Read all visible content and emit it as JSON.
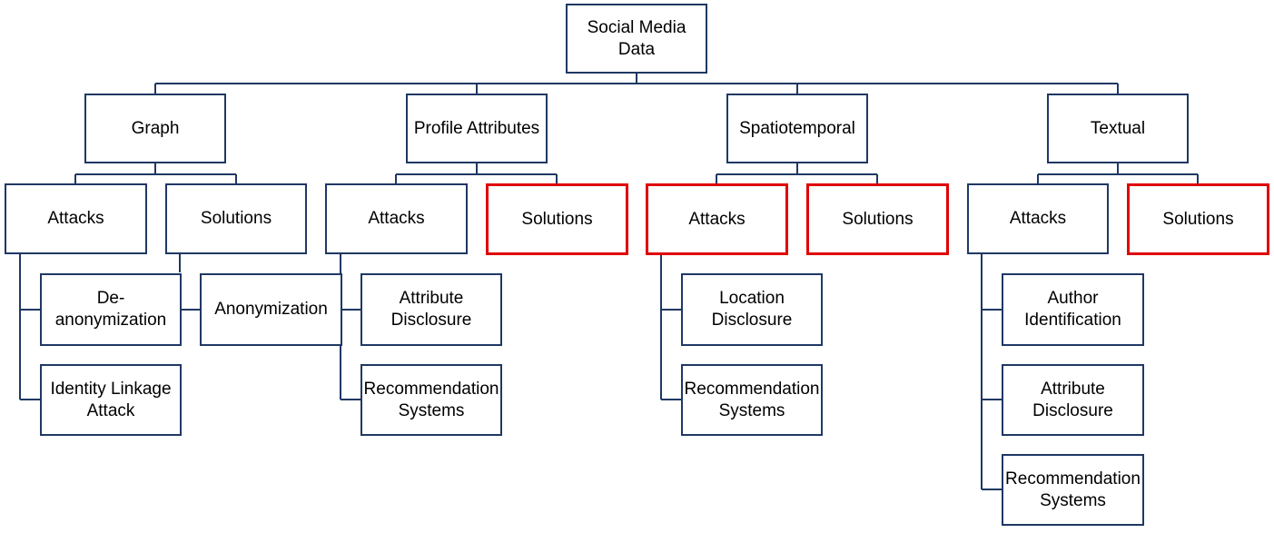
{
  "root": {
    "label": "Social Media Data"
  },
  "categories": [
    {
      "label": "Graph",
      "attacks": {
        "label": "Attacks",
        "highlighted": false,
        "items": [
          "De-anonymization",
          "Identity Linkage Attack"
        ]
      },
      "solutions": {
        "label": "Solutions",
        "highlighted": false,
        "items": [
          "Anonymization"
        ]
      }
    },
    {
      "label": "Profile Attributes",
      "attacks": {
        "label": "Attacks",
        "highlighted": false,
        "items": [
          "Attribute Disclosure",
          "Recommendation Systems"
        ]
      },
      "solutions": {
        "label": "Solutions",
        "highlighted": true,
        "items": []
      }
    },
    {
      "label": "Spatiotemporal",
      "attacks": {
        "label": "Attacks",
        "highlighted": true,
        "items": [
          "Location Disclosure",
          "Recommendation Systems"
        ]
      },
      "solutions": {
        "label": "Solutions",
        "highlighted": true,
        "items": []
      }
    },
    {
      "label": "Textual",
      "attacks": {
        "label": "Attacks",
        "highlighted": false,
        "items": [
          "Author Identification",
          "Attribute Disclosure",
          "Recommendation Systems"
        ]
      },
      "solutions": {
        "label": "Solutions",
        "highlighted": true,
        "items": []
      }
    }
  ],
  "colors": {
    "border": "#1f3864",
    "highlight_border": "#e00000",
    "text": "#000000",
    "background": "#ffffff"
  }
}
